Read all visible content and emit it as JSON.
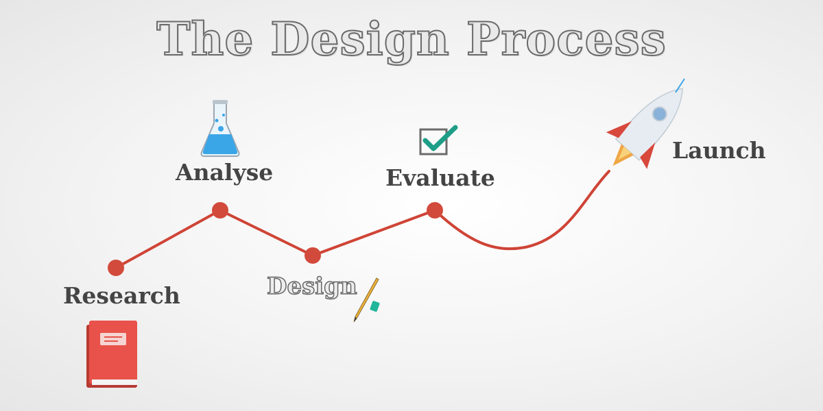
{
  "title": "The Design Process",
  "steps": [
    {
      "label": "Research"
    },
    {
      "label": "Analyse"
    },
    {
      "label": "Design"
    },
    {
      "label": "Evaluate"
    },
    {
      "label": "Launch"
    }
  ],
  "colors": {
    "path": "#cf4436",
    "node": "#d24a3c",
    "text": "#444444",
    "book": "#e8524a",
    "flask_liquid": "#3aa6e8",
    "check": "#1e9e87",
    "background": "#f3f3f3"
  },
  "icons": [
    "book-icon",
    "flask-icon",
    "pencil-eraser-icon",
    "checkbox-check-icon",
    "rocket-icon"
  ]
}
